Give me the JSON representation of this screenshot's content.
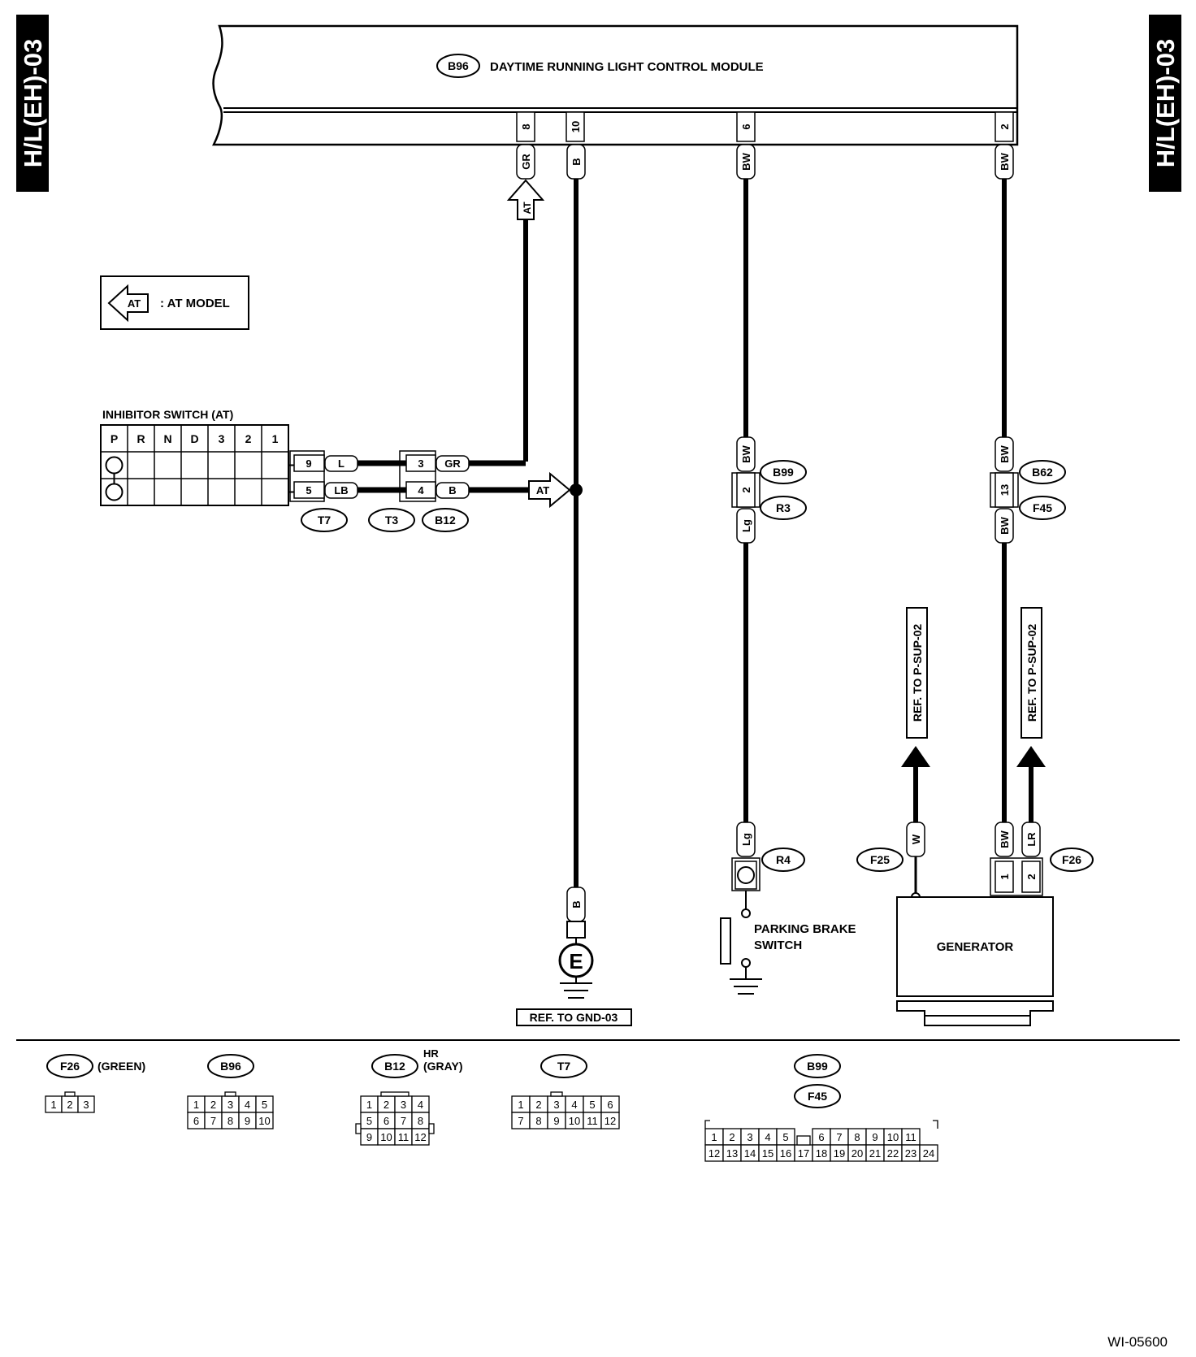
{
  "page_tag": "H/L(EH)-03",
  "figure_id": "WI-05600",
  "module": {
    "connector": "B96",
    "name": "DAYTIME RUNNING LIGHT CONTROL MODULE"
  },
  "legend": {
    "symbol": "AT",
    "text": ": AT MODEL"
  },
  "inhibitor": {
    "title": "INHIBITOR SWITCH (AT)",
    "positions": [
      "P",
      "R",
      "N",
      "D",
      "3",
      "2",
      "1"
    ]
  },
  "pins": {
    "p8": "8",
    "p10": "10",
    "p6": "6",
    "p2": "2"
  },
  "wires": {
    "gr": "GR",
    "b": "B",
    "bw": "BW",
    "l": "L",
    "lb": "LB",
    "lg": "Lg",
    "w": "W",
    "lr": "LR",
    "at": "AT"
  },
  "connector_pins": {
    "t7_top": "9",
    "t7_bot": "5",
    "t3_top": "3",
    "t3_bot": "4",
    "r3": "2",
    "f45": "13",
    "f26_1": "1",
    "f26_2": "2"
  },
  "connectors": {
    "t7": "T7",
    "t3": "T3",
    "b12": "B12",
    "b99": "B99",
    "r3": "R3",
    "b62": "B62",
    "f45": "F45",
    "r4": "R4",
    "f25": "F25",
    "f26": "F26",
    "ground": "E"
  },
  "components": {
    "parking_brake_1": "PARKING BRAKE",
    "parking_brake_2": "SWITCH",
    "generator": "GENERATOR"
  },
  "refs": {
    "gnd": "REF. TO GND-03",
    "psup_left": "REF. TO P-SUP-02",
    "psup_right": "REF. TO P-SUP-02"
  },
  "bottom_connectors": {
    "f26": {
      "name": "F26",
      "note": "(GREEN)",
      "pins": [
        "1",
        "2",
        "3"
      ]
    },
    "b96": {
      "name": "B96",
      "rows": [
        [
          "1",
          "2",
          "3",
          "4",
          "5"
        ],
        [
          "6",
          "7",
          "8",
          "9",
          "10"
        ]
      ]
    },
    "b12": {
      "name": "B12",
      "note_top": "HR",
      "note": "(GRAY)",
      "rows": [
        [
          "1",
          "2",
          "3",
          "4"
        ],
        [
          "5",
          "6",
          "7",
          "8"
        ],
        [
          "9",
          "10",
          "11",
          "12"
        ]
      ]
    },
    "t7": {
      "name": "T7",
      "rows": [
        [
          "1",
          "2",
          "3",
          "4",
          "5",
          "6"
        ],
        [
          "7",
          "8",
          "9",
          "10",
          "11",
          "12"
        ]
      ]
    },
    "b99_f45": {
      "names": [
        "B99",
        "F45"
      ],
      "rows": [
        [
          "1",
          "2",
          "3",
          "4",
          "5",
          "",
          "6",
          "7",
          "8",
          "9",
          "10",
          "11"
        ],
        [
          "12",
          "13",
          "14",
          "15",
          "16",
          "17",
          "18",
          "19",
          "20",
          "21",
          "22",
          "23",
          "24"
        ]
      ]
    }
  }
}
